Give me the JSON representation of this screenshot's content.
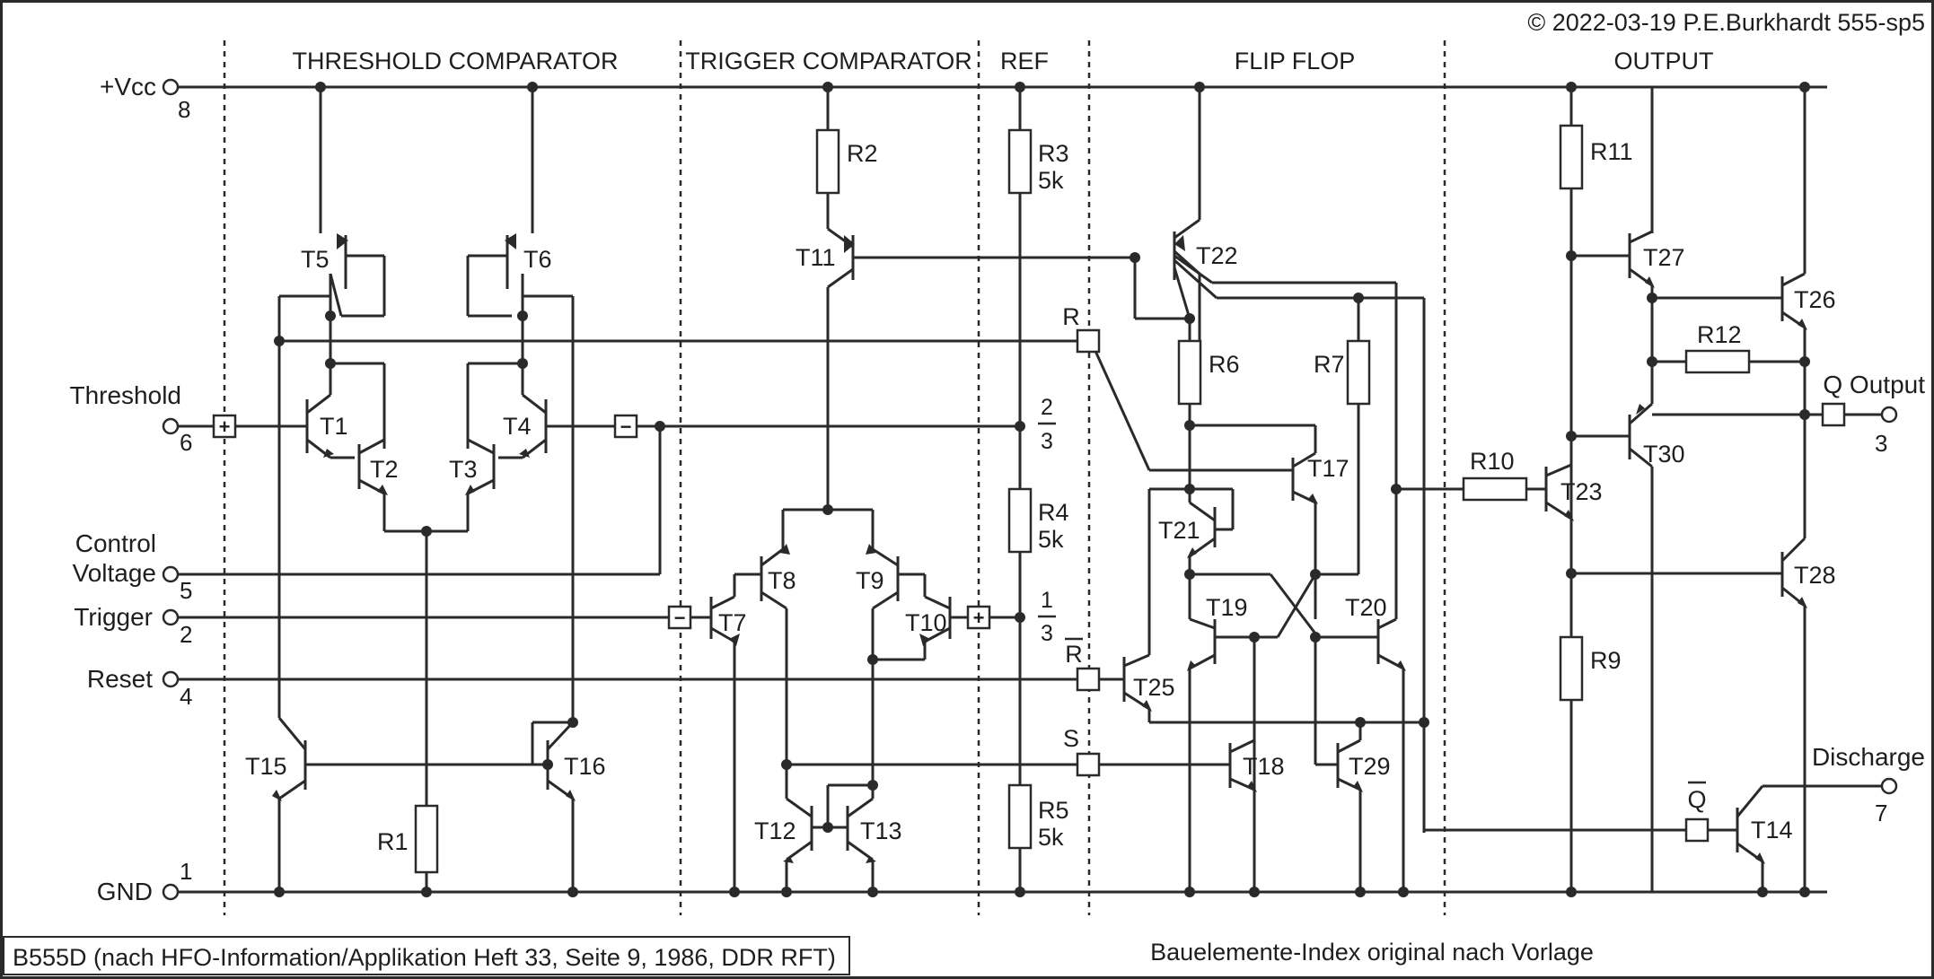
{
  "header": {
    "copyright": "© 2022-03-19 P.E.Burkhardt 555-sp5"
  },
  "sections": {
    "threshold_comparator": "THRESHOLD COMPARATOR",
    "trigger_comparator": "TRIGGER COMPARATOR",
    "ref": "REF",
    "flip_flop": "FLIP FLOP",
    "output": "OUTPUT"
  },
  "pins": {
    "vcc": {
      "label": "+Vcc",
      "number": "8"
    },
    "threshold": {
      "label": "Threshold",
      "number": "6"
    },
    "control_line1": "Control",
    "control_line2": "Voltage",
    "control_number": "5",
    "trigger": {
      "label": "Trigger",
      "number": "2"
    },
    "reset": {
      "label": "Reset",
      "number": "4"
    },
    "gnd": {
      "label": "GND",
      "number": "1"
    },
    "output": {
      "label": "Q Output",
      "number": "3"
    },
    "discharge": {
      "label": "Discharge",
      "number": "7"
    }
  },
  "transistors": {
    "t1": "T1",
    "t2": "T2",
    "t3": "T3",
    "t4": "T4",
    "t5": "T5",
    "t6": "T6",
    "t7": "T7",
    "t8": "T8",
    "t9": "T9",
    "t10": "T10",
    "t11": "T11",
    "t12": "T12",
    "t13": "T13",
    "t14": "T14",
    "t15": "T15",
    "t16": "T16",
    "t17": "T17",
    "t18": "T18",
    "t19": "T19",
    "t20": "T20",
    "t21": "T21",
    "t22": "T22",
    "t23": "T23",
    "t25": "T25",
    "t26": "T26",
    "t27": "T27",
    "t28": "T28",
    "t29": "T29",
    "t30": "T30"
  },
  "resistors": {
    "r1": "R1",
    "r2": "R2",
    "r3": "R3",
    "r3_value": "5k",
    "r4": "R4",
    "r4_value": "5k",
    "r5": "R5",
    "r5_value": "5k",
    "r6": "R6",
    "r7": "R7",
    "r9": "R9",
    "r10": "R10",
    "r11": "R11",
    "r12": "R12"
  },
  "ref_fractions": {
    "two_thirds_num": "2",
    "two_thirds_den": "3",
    "one_third_num": "1",
    "one_third_den": "3"
  },
  "flipflop_inputs": {
    "r": "R",
    "r_bar": "R",
    "s": "S",
    "q_bar": "Q"
  },
  "comparator_symbols": {
    "plus": "+",
    "minus": "−"
  },
  "footer": {
    "source": "B555D (nach HFO-Information/Applikation Heft 33, Seite 9, 1986, DDR RFT)",
    "note": "Bauelemente-Index original nach Vorlage"
  }
}
